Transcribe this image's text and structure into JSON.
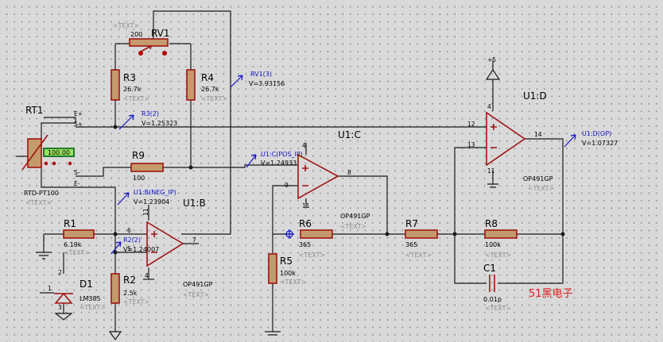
{
  "components": {
    "rt1": {
      "ref": "RT1",
      "model": "RTD-PT100",
      "display": "100.00",
      "pins": {
        "ep": "E+",
        "sp": "S+",
        "sm": "S-",
        "em": "E-"
      }
    },
    "rv1": {
      "ref": "RV1",
      "value": "200",
      "text": "<TEXT>"
    },
    "r3": {
      "ref": "R3",
      "value": "26.7k",
      "text": "<TEXT>"
    },
    "r4": {
      "ref": "R4",
      "value": "26.7k",
      "text": "<TEXT>"
    },
    "r9": {
      "ref": "R9",
      "value": "100"
    },
    "r1": {
      "ref": "R1",
      "value": "6.19k",
      "text": "<TEXT>"
    },
    "r2": {
      "ref": "R2",
      "value": "2.5k",
      "text": "<TEXT>"
    },
    "r5": {
      "ref": "R5",
      "value": "100k",
      "text": "<TEXT>"
    },
    "r6": {
      "ref": "R6",
      "value": "365",
      "text": "<TEXT>"
    },
    "r7": {
      "ref": "R7",
      "value": "365",
      "text": "<TEXT>"
    },
    "r8": {
      "ref": "R8",
      "value": "100k",
      "text": "<TEXT>"
    },
    "c1": {
      "ref": "C1",
      "value": "0.01p",
      "text": "<TEXT>"
    },
    "d1": {
      "ref": "D1",
      "model": "LM385",
      "text": "<TEXT>"
    },
    "u1b": {
      "ref": "U1:B",
      "model": "OP491GP",
      "text": "<TEXT>"
    },
    "u1c": {
      "ref": "U1:C",
      "model": "OP491GP",
      "text": "<TEXT>"
    },
    "u1d": {
      "ref": "U1:D",
      "model": "OP491GP",
      "text": "<TEXT>"
    }
  },
  "probes": {
    "rv1_3": {
      "label": "RV1(3)",
      "value": "V=3.93156"
    },
    "r3_2": {
      "label": "R3(2)",
      "value": "V=1.25323"
    },
    "u1c_pos": {
      "label": "U1:C(POS_IP)",
      "value": "V=1.24933"
    },
    "u1b_neg": {
      "label": "U1:B(NEG_IP)",
      "value": "V=1.23904"
    },
    "r2_2": {
      "label": "R2(2)",
      "value": "V=1.24007"
    },
    "u1d_op": {
      "label": "U1:D(OP)",
      "value": "V=1.07327"
    }
  },
  "pins": {
    "u1b": {
      "inv": "6",
      "non": "5",
      "out": "7",
      "vp": "11",
      "vn": "4"
    },
    "u1c": {
      "inv": "9",
      "out": "8",
      "vp": "4",
      "vn": "11"
    },
    "u1d": {
      "non": "12",
      "inv": "13",
      "out": "14",
      "vp": "4",
      "vn": "11"
    },
    "d1": {
      "a": "1",
      "b": "2",
      "c": "3"
    }
  },
  "power": {
    "label": "+5"
  },
  "watermark": "51黑电子"
}
